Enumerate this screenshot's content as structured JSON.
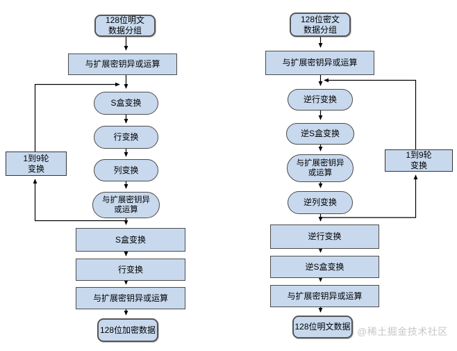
{
  "diagram": {
    "encryption": {
      "start": "128位明文\n数据分组",
      "initial_xor": "与扩展密钥异或运算",
      "sbox": "S盒变换",
      "row": "行变换",
      "col": "列变换",
      "round_xor": "与扩展密钥异\n或运算",
      "final_sbox": "S盒变换",
      "final_row": "行变换",
      "final_xor": "与扩展密钥异或运算",
      "end": "128位加密数据",
      "loop": "1到9轮\n变换"
    },
    "decryption": {
      "start": "128位密文\n数据分组",
      "initial_xor": "与扩展密钥异或运算",
      "inv_row": "逆行变换",
      "inv_sbox": "逆S盒变换",
      "round_xor": "与扩展密钥异\n或运算",
      "inv_col": "逆列变换",
      "final_inv_row": "逆行变换",
      "final_inv_sbox": "逆S盒变换",
      "final_xor": "与扩展密钥异或运算",
      "end": "128位明文数据",
      "loop": "1到9轮\n变换"
    }
  },
  "watermark": "@稀土掘金技术社区",
  "colors": {
    "node_fill": "#c8d9ee",
    "node_border": "#4a4a4a",
    "connector": "#000000",
    "watermark_text": "#c6c6c6",
    "background": "#ffffff"
  }
}
